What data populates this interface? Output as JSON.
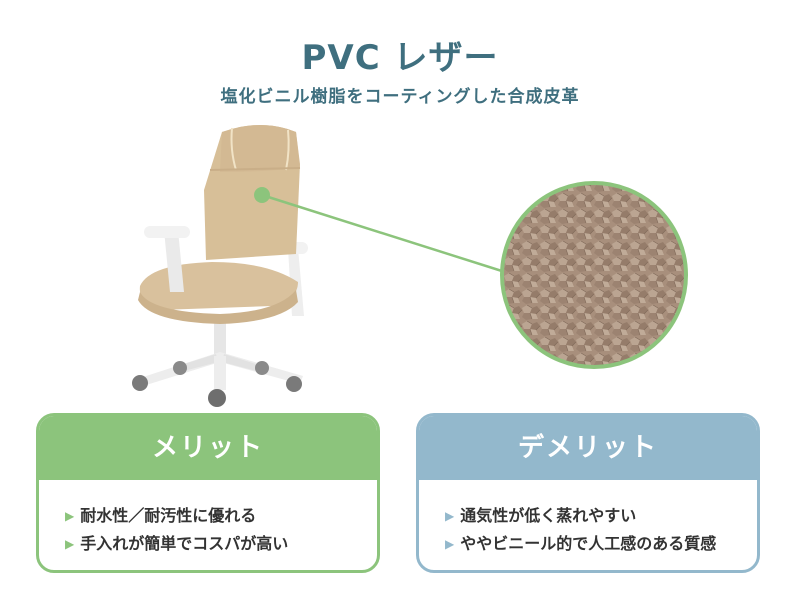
{
  "header": {
    "title": "PVC レザー",
    "subtitle": "塩化ビニル樹脂をコーティングした合成皮革"
  },
  "illustration": {
    "chair_icon": "office-chair-icon",
    "texture_icon": "leather-texture-icon",
    "colors": {
      "chair_fabric": "#d7bf98",
      "chair_frame": "#eeeeee",
      "texture": "#a88f7c",
      "accent_green": "#8cc47c"
    }
  },
  "merit": {
    "title": "メリット",
    "points": [
      "耐水性／耐汚性に優れる",
      "手入れが簡単でコスパが高い"
    ]
  },
  "demerit": {
    "title": "デメリット",
    "points": [
      "通気性が低く蒸れやすい",
      "ややビニール的で人工感のある質感"
    ]
  },
  "colors": {
    "title": "#3f6f7f",
    "merit": "#8cc47c",
    "demerit": "#93b8cc",
    "body_text": "#333333"
  }
}
